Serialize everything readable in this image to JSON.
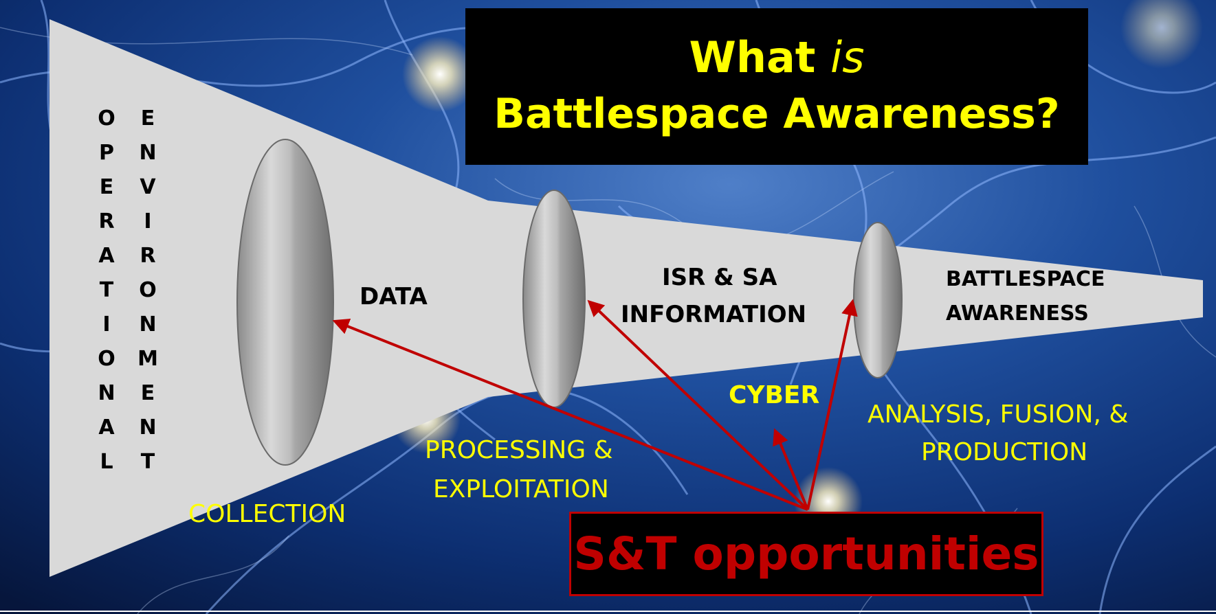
{
  "title": {
    "line1_prefix": "What ",
    "line1_emph": "is",
    "line2": "Battlespace Awareness?"
  },
  "operational_environment": {
    "col1": [
      "O",
      "P",
      "E",
      "R",
      "A",
      "T",
      "I",
      "O",
      "N",
      "A",
      "L"
    ],
    "col2": [
      "E",
      "N",
      "V",
      "I",
      "R",
      "O",
      "N",
      "M",
      "E",
      "N",
      "T"
    ]
  },
  "stages": {
    "data": "DATA",
    "isr_line1": "ISR & SA",
    "isr_line2": "INFORMATION",
    "ba_line1": "BATTLESPACE",
    "ba_line2": "AWARENESS"
  },
  "processes": {
    "collection": "COLLECTION",
    "processing_line1": "PROCESSING &",
    "processing_line2": "EXPLOITATION",
    "cyber": "CYBER",
    "analysis_line1": "ANALYSIS, FUSION, &",
    "analysis_line2": "PRODUCTION"
  },
  "opportunities": "S&T opportunities",
  "colors": {
    "title_text": "#ffff00",
    "title_bg": "#000000",
    "process_text": "#ffff00",
    "arrow": "#c00000",
    "funnel": "#d9d9d9",
    "background": "#0b2a6e"
  }
}
